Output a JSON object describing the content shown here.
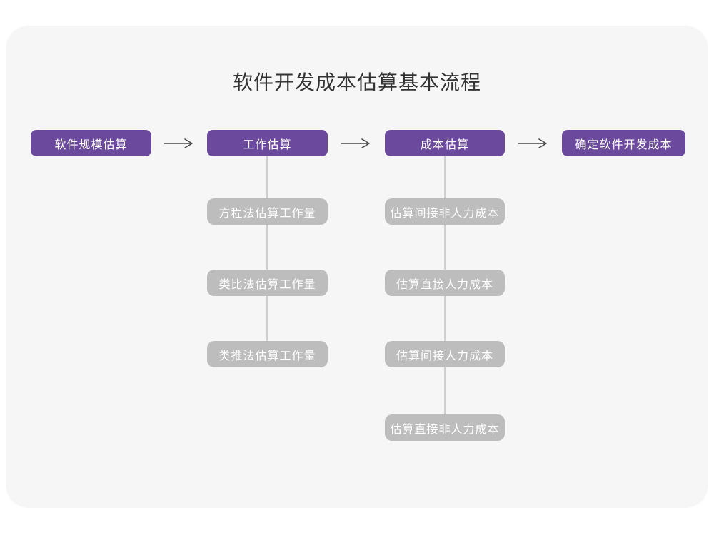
{
  "title": "软件开发成本估算基本流程",
  "colors": {
    "page_background": "#ffffff",
    "card_background": "#f6f6f6",
    "primary_box": "#6B4A9E",
    "secondary_box": "#BDBDBD",
    "connector_line": "#CFCFCF",
    "arrow": "#4A4A4A",
    "title_text": "#333333",
    "box_text": "#ffffff"
  },
  "flow": {
    "main_steps": [
      {
        "label": "软件规模估算"
      },
      {
        "label": "工作估算"
      },
      {
        "label": "成本估算"
      },
      {
        "label": "确定软件开发成本"
      }
    ],
    "work_estimation_methods": [
      "方程法估算工作量",
      "类比法估算工作量",
      "类推法估算工作量"
    ],
    "cost_estimation_methods": [
      "估算间接非人力成本",
      "估算直接人力成本",
      "估算间接人力成本",
      "估算直接非人力成本"
    ]
  }
}
